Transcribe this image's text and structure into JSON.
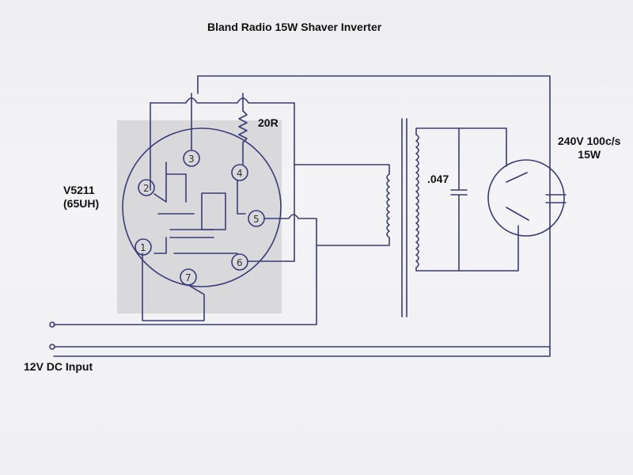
{
  "title": "Bland Radio 15W Shaver Inverter",
  "labels": {
    "resistor": "20R",
    "valve_line1": "V5211",
    "valve_line2": "(65UH)",
    "output_line1": "240V 100c/s",
    "output_line2": "15W",
    "capacitor": ".047",
    "input": "12V DC Input"
  },
  "pins": [
    "1",
    "2",
    "3",
    "4",
    "5",
    "6",
    "7"
  ],
  "colors": {
    "ink": "#3b3a7a",
    "paper": "#f3f3f5",
    "socket_overlay": "#d8d8da"
  }
}
